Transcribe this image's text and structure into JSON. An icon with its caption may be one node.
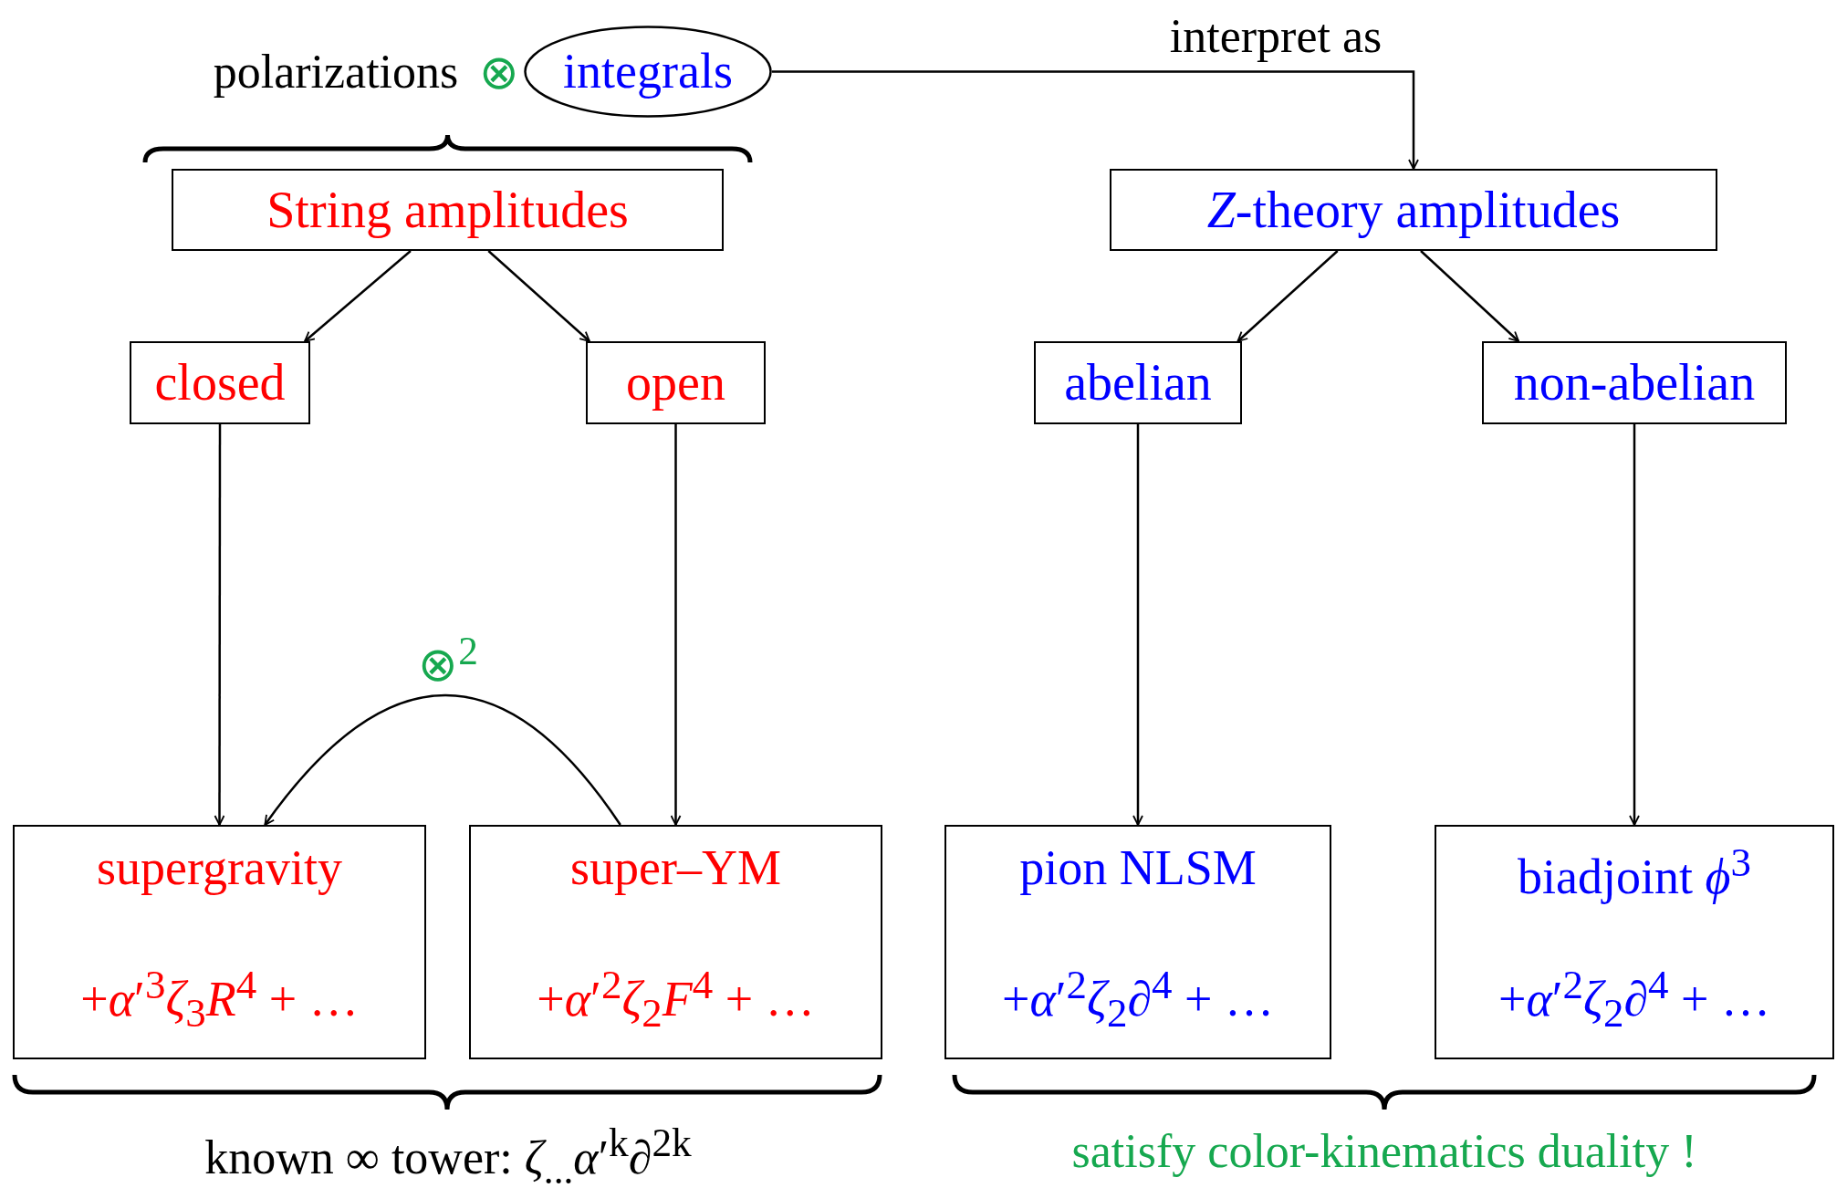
{
  "diagram": {
    "nodes": [
      {
        "text": [
          "integrals"
        ]
      },
      {
        "text": [
          "String amplitudes"
        ]
      },
      {
        "text": [
          "*Z*-theory amplitudes"
        ]
      },
      {
        "text": [
          "closed"
        ]
      },
      {
        "text": [
          "open"
        ]
      },
      {
        "text": [
          "abelian"
        ]
      },
      {
        "text": [
          "non-abelian"
        ]
      },
      {
        "text": [
          "supergravity",
          "+*α*′$^{3}$*ζ*$_{3}$*R*$^{4}$ + …"
        ]
      },
      {
        "text": [
          "super–YM",
          "+*α*′$^{2}$*ζ*$_{2}$*F*$^{4}$ + …"
        ]
      },
      {
        "text": [
          "pion NLSM",
          "+*α*′$^{2}$*ζ*$_{2}$∂$^{4}$ + …"
        ]
      },
      {
        "text": [
          "biadjoint *ϕ*$^{3}$",
          "+*α*′$^{2}$*ζ*$_{2}$∂$^{4}$ + …"
        ]
      }
    ],
    "edges": [
      {
        "from": 0,
        "to": 2,
        "arrow": "to",
        "label": "interpret as"
      },
      {
        "from": 1,
        "to": 3,
        "arrow": "to"
      },
      {
        "from": 1,
        "to": 4,
        "arrow": "to"
      },
      {
        "from": 2,
        "to": 5,
        "arrow": "to"
      },
      {
        "from": 2,
        "to": 6,
        "arrow": "to"
      },
      {
        "from": 3,
        "to": 7,
        "arrow": "to"
      },
      {
        "from": 4,
        "to": 8,
        "arrow": "to"
      },
      {
        "from": 5,
        "to": 9,
        "arrow": "to"
      },
      {
        "from": 6,
        "to": 10,
        "arrow": "to"
      },
      {
        "from": 8,
        "to": 7,
        "arrow": "to",
        "label": "⊗$^{2}$"
      }
    ],
    "labels": [
      "polarizations",
      "⊗",
      "known ∞ tower: *ζ*$_{...}$*α*′$^{k}$∂$^{2k}$",
      "satisfy color-kinematics duality !"
    ]
  }
}
